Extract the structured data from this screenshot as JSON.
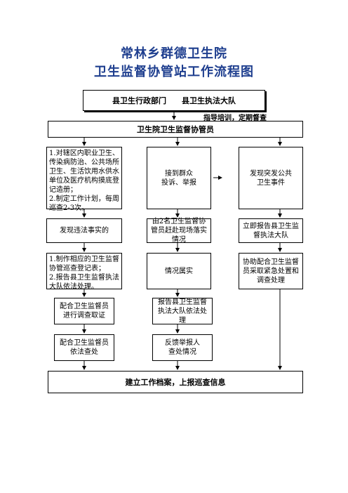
{
  "title": {
    "line1": "常林乡群德卫生院",
    "line2": "卫生监督协管站工作流程图"
  },
  "flow": {
    "top_box": "县卫生行政部门　　县卫生执法大队",
    "note": "指导培训，定期督查",
    "header_box": "卫生院卫生监督协管员",
    "col1_r1": "1.对辖区内职业卫生、传染病防治、公共场所卫生、生活饮用水供水单位及医疗机构摸底登记造册；\n2.制定工作计划，每周巡查2-3次。",
    "col2_r1": "接到群众\n投诉、举报",
    "col3_r1": "发现突发公共\n卫生事件",
    "col1_r2": "发现违法事实的",
    "col2_r2": "由2名卫生监督协管员赶赴现场落实情况",
    "col3_r2": "立即报告县卫生监督执法大队",
    "col1_r3": "1.制作相应的卫生监督协管巡查登记表；\n2.报告县卫生监督执法大队依法处理。",
    "col2_r3": "情况属实",
    "col3_r3": "协助配合卫生监督员采取紧急处置和调查处理",
    "col1_r4": "配合卫生监督员进行调查取证",
    "col2_r4": "报告县卫生监督执法大队依法处理",
    "col1_r5": "配合卫生监督员\n依法查处",
    "col2_r5": "反馈举报人\n查处情况",
    "bottom_box": "建立工作档案，上报巡查信息"
  }
}
